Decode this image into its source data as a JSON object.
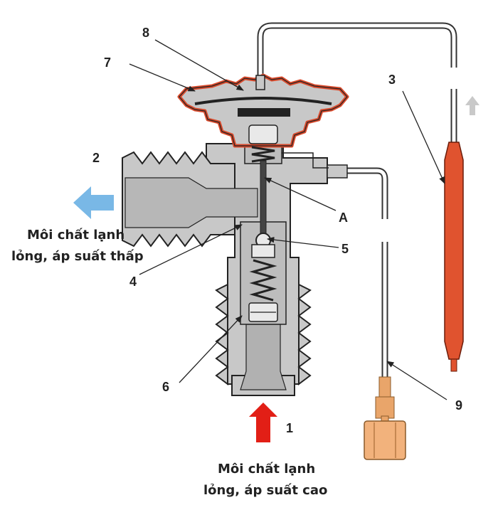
{
  "labels": {
    "n1": "1",
    "n2": "2",
    "n3": "3",
    "n4": "4",
    "n5": "5",
    "n6": "6",
    "n7": "7",
    "n8": "8",
    "n9": "9",
    "nA": "A"
  },
  "captions": {
    "outlet_line1": "Môi chất lạnh",
    "outlet_line2": "lỏng, áp suất thấp",
    "inlet_line1": "Môi chất lạnh",
    "inlet_line2": "lỏng, áp suất cao"
  },
  "colors": {
    "body_gray": "#c8c8c8",
    "outline": "#222222",
    "diaphragm_red": "#d94a2c",
    "bulb_orange": "#e0532f",
    "inlet_arrow_red": "#e21f16",
    "outlet_arrow_blue": "#79b8e6",
    "gray_arrow": "#c9c9c9",
    "fitting_copper": "#e9a56a"
  }
}
